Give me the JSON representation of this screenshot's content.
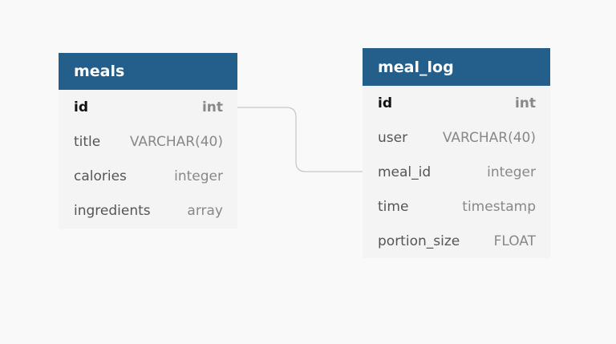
{
  "tables": [
    {
      "name": "meals",
      "columns": [
        {
          "name": "id",
          "type": "int",
          "primary": true
        },
        {
          "name": "title",
          "type": "VARCHAR(40)",
          "primary": false
        },
        {
          "name": "calories",
          "type": "integer",
          "primary": false
        },
        {
          "name": "ingredients",
          "type": "array",
          "primary": false
        }
      ]
    },
    {
      "name": "meal_log",
      "columns": [
        {
          "name": "id",
          "type": "int",
          "primary": true
        },
        {
          "name": "user",
          "type": "VARCHAR(40)",
          "primary": false
        },
        {
          "name": "meal_id",
          "type": "integer",
          "primary": false
        },
        {
          "name": "time",
          "type": "timestamp",
          "primary": false
        },
        {
          "name": "portion_size",
          "type": "FLOAT",
          "primary": false
        }
      ]
    }
  ],
  "relations": [
    {
      "from": "meals.id",
      "to": "meal_log.meal_id"
    }
  ],
  "colors": {
    "header": "#245e8a",
    "background": "#f9f9f9",
    "table_body": "#f4f4f4",
    "connector": "#c8c8c8"
  }
}
